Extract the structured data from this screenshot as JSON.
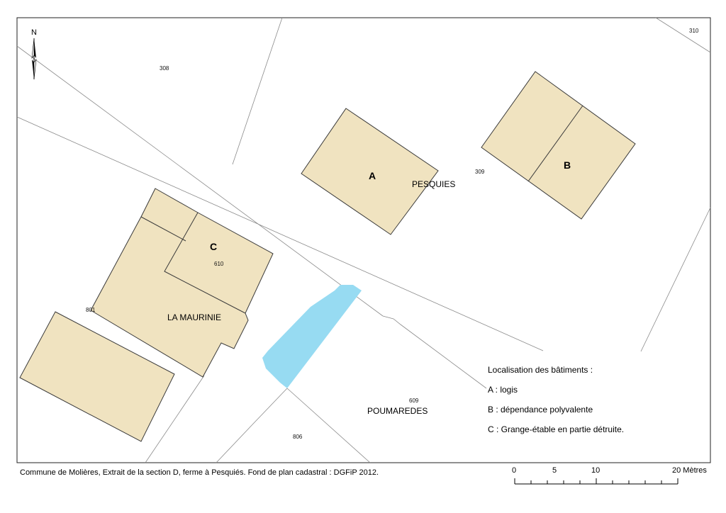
{
  "north_arrow": {
    "label": "N",
    "icon": "north-arrow-icon"
  },
  "parcels": {
    "p308": "308",
    "p310": "310",
    "p309": "309",
    "p610": "610",
    "p801": "801",
    "p609": "609",
    "p806": "806"
  },
  "buildings": {
    "a": "A",
    "b": "B",
    "c": "C"
  },
  "places": {
    "pesquies": "PESQUIES",
    "la_maurinie": "LA MAURINIE",
    "poumaredes": "POUMAREDES"
  },
  "legend": {
    "title": "Localisation des bâtiments :",
    "items": [
      "A : logis",
      "B : dépendance polyvalente",
      "C :  Grange-étable en partie détruite."
    ]
  },
  "footer": {
    "caption": "Commune de Molières, Extrait de la section D, ferme à Pesquiés. Fond de plan cadastral : DGFiP 2012."
  },
  "scale_bar": {
    "labels": [
      "0",
      "5",
      "10",
      "20 Mètres"
    ],
    "values": [
      0,
      5,
      10,
      20
    ]
  },
  "colors": {
    "building_fill": "#f0e3c0",
    "pond_fill": "#97dbf2",
    "parcel_line": "#8a8a8a"
  }
}
